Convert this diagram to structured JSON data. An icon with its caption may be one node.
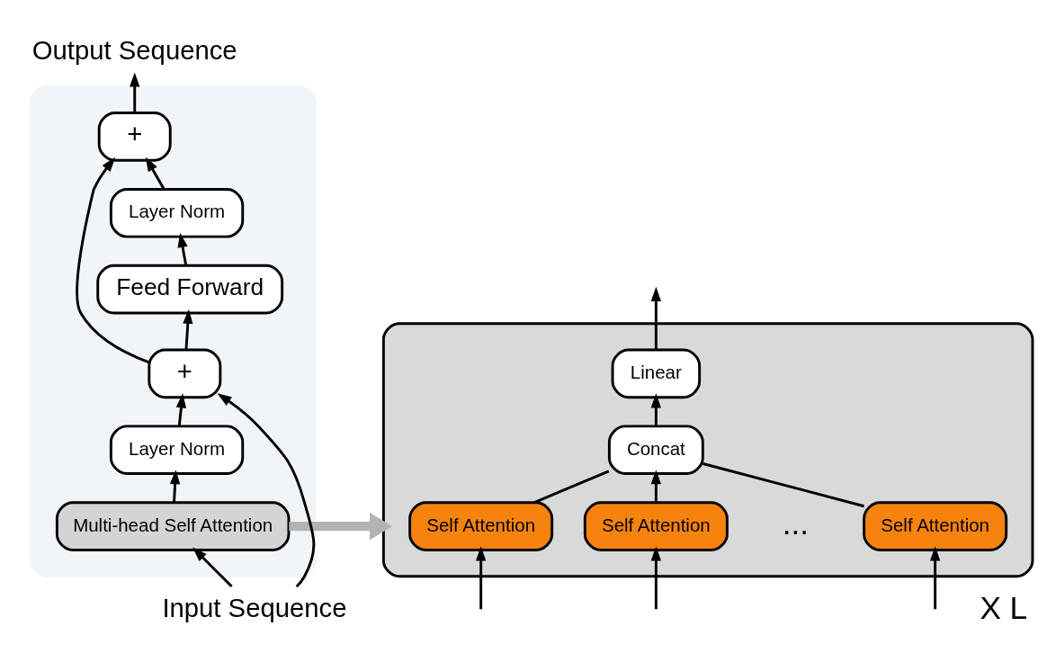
{
  "diagram": {
    "nodes": [
      {
        "text": [],
        "shape": "box"
      },
      {
        "text": [
          "Output Sequence"
        ]
      },
      {
        "text": [
          "+"
        ],
        "in": 0
      },
      {
        "text": [
          "Layer Norm"
        ],
        "in": 0
      },
      {
        "text": [
          "Feed Forward"
        ],
        "in": 0
      },
      {
        "text": [
          "+"
        ],
        "in": 0
      },
      {
        "text": [
          "Layer Norm"
        ],
        "in": 0
      },
      {
        "text": [
          "Multi-head Self Attention"
        ],
        "in": 0
      },
      {
        "text": [
          "Input Sequence"
        ]
      },
      {
        "text": [],
        "shape": "box"
      },
      {
        "text": [
          "Linear"
        ],
        "in": 9
      },
      {
        "text": [
          "Concat"
        ],
        "in": 9
      },
      {
        "text": [
          "Self Attention"
        ],
        "in": 9
      },
      {
        "text": [
          "Self Attention"
        ],
        "in": 9
      },
      {
        "text": [
          "Self Attention"
        ],
        "in": 9
      }
    ],
    "edges": [
      {
        "from": 8,
        "to": 7,
        "arrow": "to"
      },
      {
        "from": 8,
        "to": 5,
        "arrow": "to"
      },
      {
        "from": 7,
        "to": 6,
        "arrow": "to"
      },
      {
        "from": 6,
        "to": 5,
        "arrow": "to"
      },
      {
        "from": 5,
        "to": 4,
        "arrow": "to"
      },
      {
        "from": 5,
        "to": 2,
        "arrow": "to"
      },
      {
        "from": 4,
        "to": 3,
        "arrow": "to"
      },
      {
        "from": 3,
        "to": 2,
        "arrow": "to"
      },
      {
        "from": 2,
        "to": 1,
        "arrow": "to"
      },
      {
        "from": 7,
        "to": 9,
        "arrow": "to",
        "style": "thick",
        "color": "#b3b3b3"
      },
      {
        "from": null,
        "to": 12,
        "arrow": "to"
      },
      {
        "from": null,
        "to": 13,
        "arrow": "to"
      },
      {
        "from": null,
        "to": 14,
        "arrow": "to"
      },
      {
        "from": 12,
        "to": 11,
        "arrow": "none"
      },
      {
        "from": 13,
        "to": 11,
        "arrow": "to"
      },
      {
        "from": 14,
        "to": 11,
        "arrow": "none"
      },
      {
        "from": 11,
        "to": 10,
        "arrow": "to"
      },
      {
        "from": 10,
        "to": null,
        "arrow": "to"
      }
    ],
    "labels": [
      "X L",
      "..."
    ]
  }
}
